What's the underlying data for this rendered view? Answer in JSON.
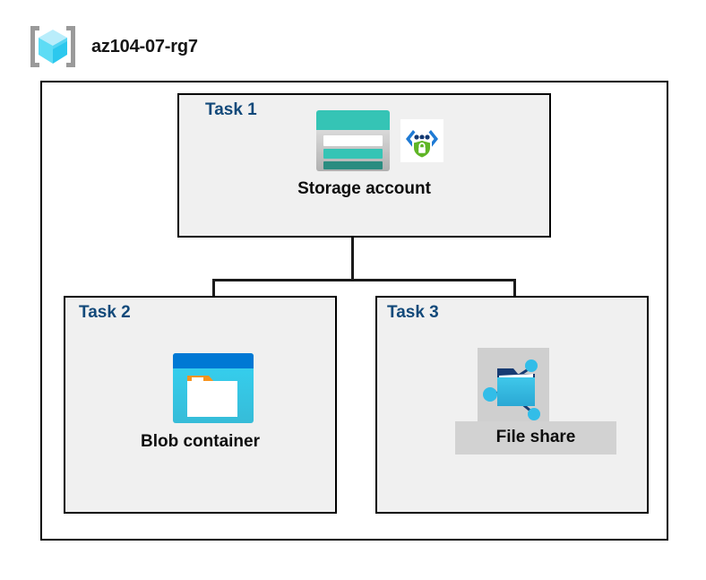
{
  "header": {
    "icon": "resource-group-icon",
    "title": "az104-07-rg7"
  },
  "diagram": {
    "boundary_label": "resource-group-boundary",
    "tasks": [
      {
        "label": "Task 1",
        "node_label": "Storage account",
        "icons": [
          "storage-account-icon",
          "api-security-icon"
        ],
        "selected": false
      },
      {
        "label": "Task 2",
        "node_label": "Blob container",
        "icons": [
          "blob-container-icon"
        ],
        "selected": false
      },
      {
        "label": "Task 3",
        "node_label": "File share",
        "icons": [
          "file-share-icon"
        ],
        "selected": true
      }
    ],
    "connectors": [
      {
        "name": "storage-to-branch-trunk"
      },
      {
        "name": "branch-horizontal-bar"
      },
      {
        "name": "branch-to-blob-container"
      },
      {
        "name": "branch-to-file-share"
      }
    ]
  },
  "colors": {
    "task_label": "#12497a",
    "node_label": "#0d0d0d",
    "box_fill": "#f0f0f0",
    "box_border": "#000000",
    "connector": "#1a1a1a",
    "storage_teal": "#35c4b5",
    "storage_teal_dark": "#2a8c80",
    "blob_blue": "#0078d4",
    "blob_cyan": "#32c8e8",
    "blob_orange": "#f7941e",
    "fileshare_cyan": "#32bde8",
    "fileshare_navy": "#173b72",
    "shield_green": "#5fb526",
    "bracket_gray": "#9a9a9a",
    "cube_cyan": "#9fe8fb",
    "selection_gray": "#cfcfcf"
  }
}
